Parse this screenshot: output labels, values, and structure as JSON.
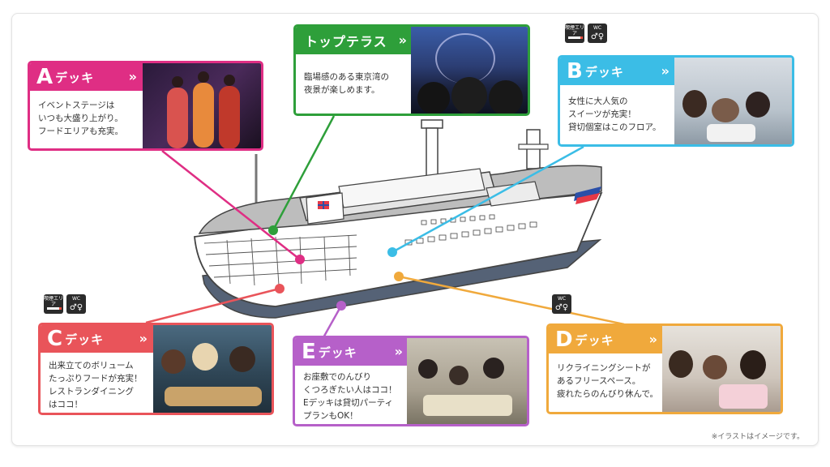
{
  "decks": {
    "top": {
      "letter": "",
      "title": "トップテラス",
      "chevron": "»",
      "lines": [
        "臨場感のある東京湾の",
        "夜景が楽しめます。"
      ],
      "color": "#2e9f3a"
    },
    "a": {
      "letter": "A",
      "title": "デッキ",
      "chevron": "»",
      "lines": [
        "イベントステージは",
        "いつも大盛り上がり。",
        "フードエリアも充実。"
      ],
      "color": "#df2e84"
    },
    "b": {
      "letter": "B",
      "title": "デッキ",
      "chevron": "»",
      "lines": [
        "女性に大人気の",
        "スイーツが充実！",
        "貸切個室はこのフロア。"
      ],
      "color": "#3bbde6"
    },
    "c": {
      "letter": "C",
      "title": "デッキ",
      "chevron": "»",
      "lines": [
        "出来立てのボリューム",
        "たっぷりフードが充実！",
        "レストランダイニング",
        "はココ！"
      ],
      "color": "#e9545a"
    },
    "e": {
      "letter": "E",
      "title": "デッキ",
      "chevron": "»",
      "lines": [
        "お座敷でのんびり",
        "くつろぎたい人はココ！",
        "Eデッキは貸切パーティ",
        "プランもOK！"
      ],
      "color": "#b660c9"
    },
    "d": {
      "letter": "D",
      "title": "デッキ",
      "chevron": "»",
      "lines": [
        "リクライニングシートが",
        "あるフリースペース。",
        "疲れたらのんびり休んで。"
      ],
      "color": "#f0a93c"
    }
  },
  "icons": {
    "smoking_label": "喫煙エリア",
    "wc_label": "WC",
    "smoking_glyph": "♨",
    "wc_glyph": "🚻"
  },
  "note": "※イラストはイメージです。"
}
